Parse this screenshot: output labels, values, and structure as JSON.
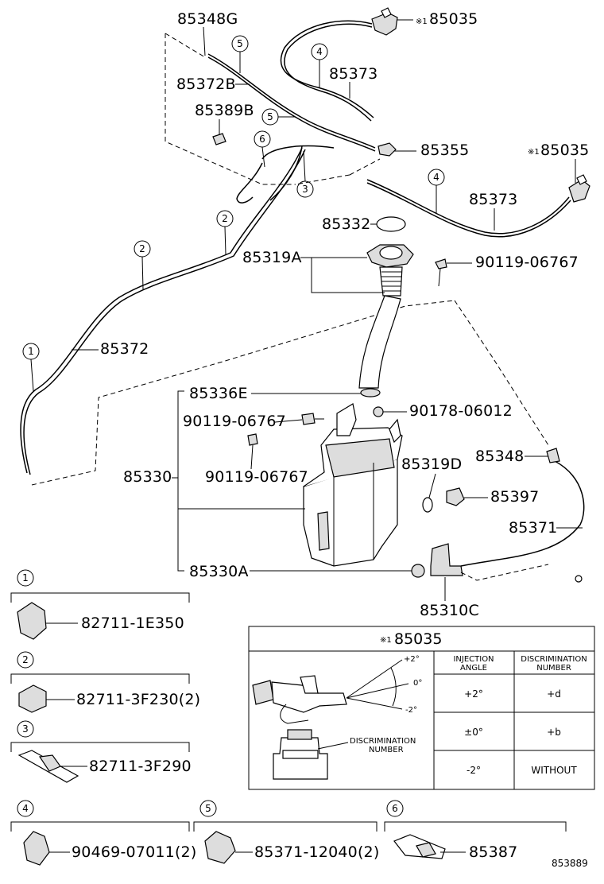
{
  "diagram_id": "853889",
  "callouts": {
    "c85348G": "85348G",
    "c85035a": "85035",
    "c85035b": "85035",
    "c85373a": "85373",
    "c85373b": "85373",
    "c85372B": "85372B",
    "c85389B": "85389B",
    "c85355": "85355",
    "c85332": "85332",
    "c85319A": "85319A",
    "c90119a": "90119-06767",
    "c85372": "85372",
    "c85336E": "85336E",
    "c90119b": "90119-06767",
    "c90119c": "90119-06767",
    "c90178": "90178-06012",
    "c85330": "85330",
    "c85319D": "85319D",
    "c85348": "85348",
    "c85397": "85397",
    "c85371": "85371",
    "c85330A": "85330A",
    "c85310C": "85310C"
  },
  "markers": {
    "m1": "1",
    "m2a": "2",
    "m2b": "2",
    "m3": "3",
    "m4a": "4",
    "m4b": "4",
    "m5a": "5",
    "m5b": "5",
    "m6": "6"
  },
  "note_mark": "※1",
  "legend": [
    {
      "num": "1",
      "part": "82711-1E350"
    },
    {
      "num": "2",
      "part": "82711-3F230(2)"
    },
    {
      "num": "3",
      "part": "82711-3F290"
    },
    {
      "num": "4",
      "part": "90469-07011(2)"
    },
    {
      "num": "5",
      "part": "85371-12040(2)"
    },
    {
      "num": "6",
      "part": "85387"
    }
  ],
  "table": {
    "title_mark": "※1",
    "title": "85035",
    "angles": [
      "+2°",
      "0°",
      "-2°"
    ],
    "discrimination_label_1": "DISCRIMINATION",
    "discrimination_label_2": "NUMBER",
    "col1_header_1": "INJECTION",
    "col1_header_2": "ANGLE",
    "col2_header_1": "DISCRIMINATION",
    "col2_header_2": "NUMBER",
    "rows": [
      {
        "angle": "+2°",
        "number": "+d"
      },
      {
        "angle": "±0°",
        "number": "+b"
      },
      {
        "angle": "-2°",
        "number": "WITHOUT"
      }
    ]
  }
}
